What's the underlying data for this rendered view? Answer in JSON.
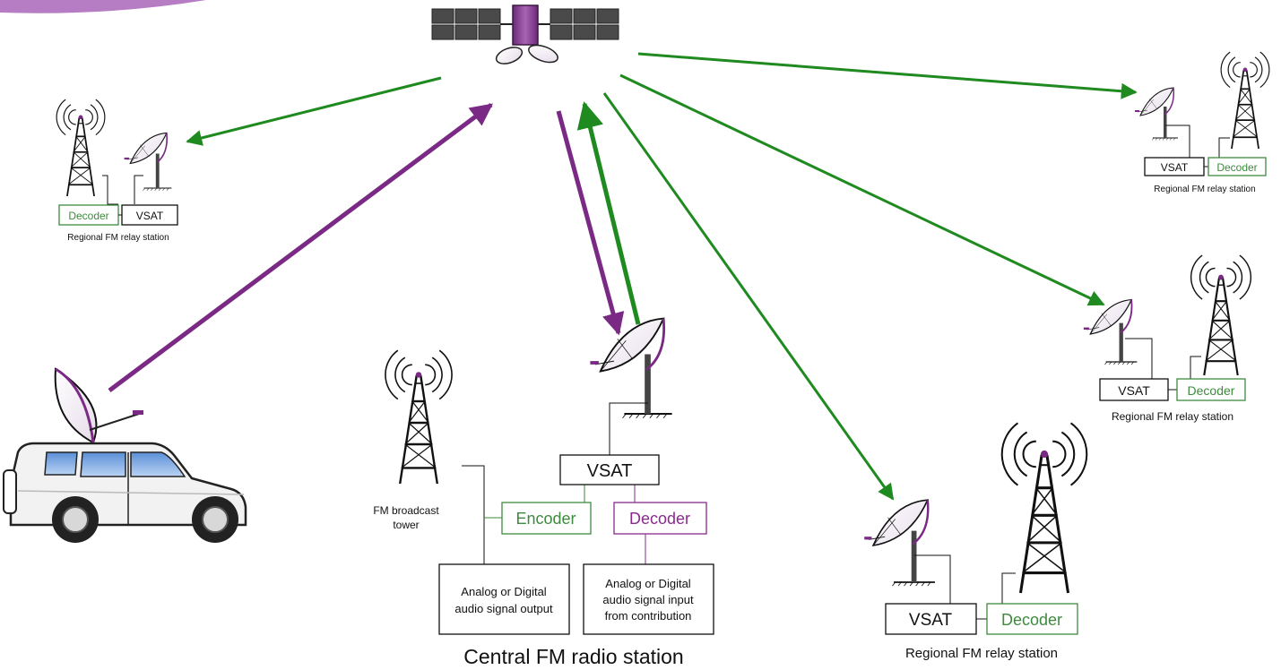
{
  "colors": {
    "purple": "#7a2a85",
    "green": "#1f8a1f",
    "box_green": "#3e8a3e",
    "box_purple": "#8a2a8e",
    "black": "#111111"
  },
  "labels": {
    "vsat": "VSAT",
    "decoder": "Decoder",
    "encoder": "Encoder",
    "relay_station": "Regional FM relay station",
    "fm_tower_line1": "FM broadcast",
    "fm_tower_line2": "tower",
    "output_line1": "Analog or Digital",
    "output_line2": "audio signal output",
    "input_line1": "Analog or Digital",
    "input_line2": "audio signal input",
    "input_line3": "from contribution",
    "central_station": "Central FM radio station"
  },
  "icons": [
    "satellite-icon",
    "dish-antenna-icon",
    "broadcast-tower-icon",
    "news-van-icon"
  ]
}
